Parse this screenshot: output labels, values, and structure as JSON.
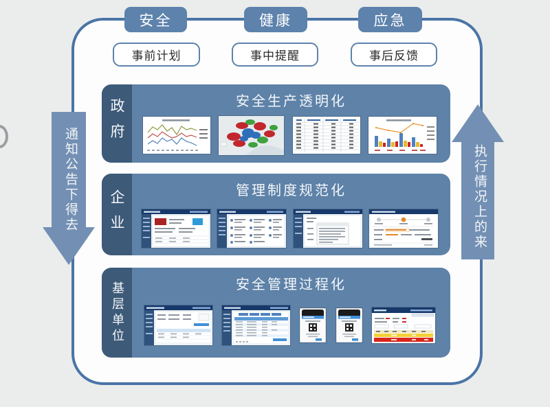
{
  "colors": {
    "page_background": "#ebedec",
    "container_border": "#4a74a6",
    "tab_blue": "#5d82ac",
    "arrow_blue": "#7390b4",
    "panel_body_blue": "#5e82a8",
    "panel_label_blue": "#3d5a78",
    "text_white": "#f4f7fa"
  },
  "top_tabs": [
    {
      "label": "安全"
    },
    {
      "label": "健康"
    },
    {
      "label": "应急"
    }
  ],
  "phase_boxes": [
    {
      "label": "事前计划"
    },
    {
      "label": "事中提醒"
    },
    {
      "label": "事后反馈"
    }
  ],
  "left_arrow": {
    "label": "通知公告下得去",
    "direction": "down"
  },
  "right_arrow": {
    "label": "执行情况上的来",
    "direction": "up"
  },
  "panels": [
    {
      "role": "政府",
      "title": "安全生产透明化",
      "thumbnails": [
        "line-chart",
        "province-map",
        "data-table",
        "bar-chart"
      ]
    },
    {
      "role": "企业",
      "title": "管理制度规范化",
      "thumbnails": [
        "web-app-dashboard",
        "web-app-list",
        "web-app-document-form",
        "web-app-workflow-form"
      ]
    },
    {
      "role": "基层单位",
      "title": "安全管理过程化",
      "thumbnails": [
        "web-app-form-table",
        "web-app-striped-table",
        "mobile-qr-screen",
        "mobile-qr-screen",
        "web-app-status-table"
      ]
    }
  ]
}
